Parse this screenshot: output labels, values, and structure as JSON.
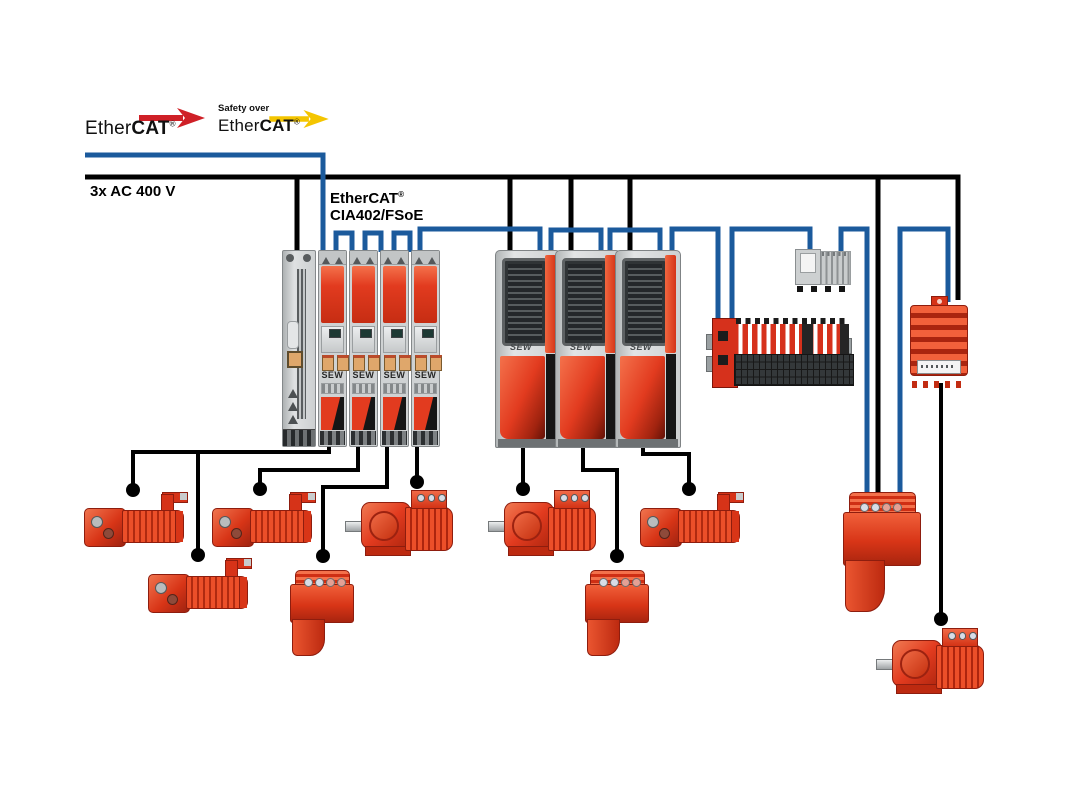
{
  "colors": {
    "bus_blue": "#1b5a9c",
    "power_line_black": "#000000",
    "sew_red": "#e23b1f",
    "ethercat_arrow_red": "#cf2027",
    "safety_arrow_yellow": "#f4c500"
  },
  "header": {
    "ethercat_logo": {
      "prefix": "Ether",
      "bold": "CAT",
      "reg": "®"
    },
    "safety_logo": {
      "caption": "Safety over",
      "prefix": "Ether",
      "bold": "CAT",
      "reg": "®"
    },
    "power_label": "3x AC 400 V",
    "protocol": {
      "name": "EtherCAT",
      "reg": "®",
      "line2": "CIA402/FSoE"
    }
  },
  "devices": {
    "sew_label": "SEW"
  }
}
